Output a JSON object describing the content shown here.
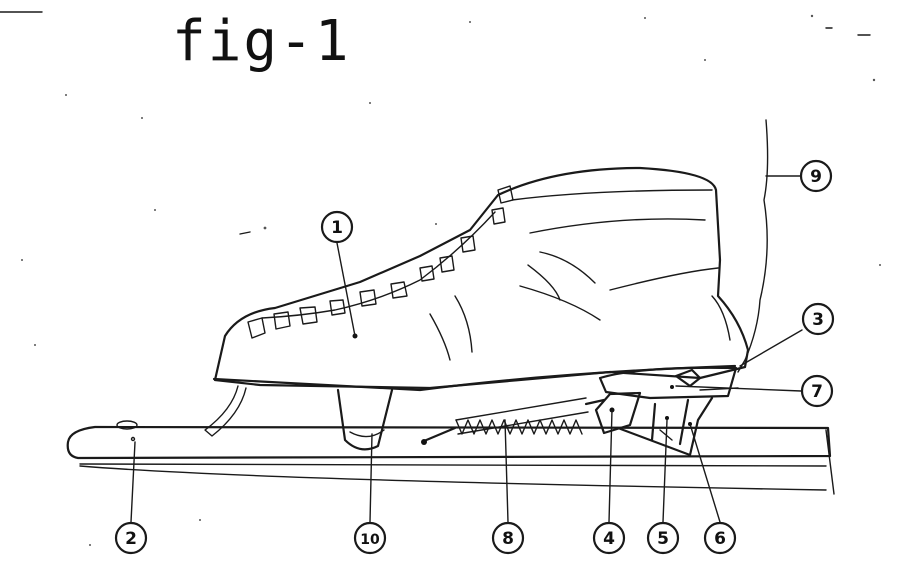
{
  "title": "fig-1",
  "callouts": [
    "1",
    "2",
    "3",
    "4",
    "5",
    "6",
    "7",
    "8",
    "9",
    "10"
  ]
}
